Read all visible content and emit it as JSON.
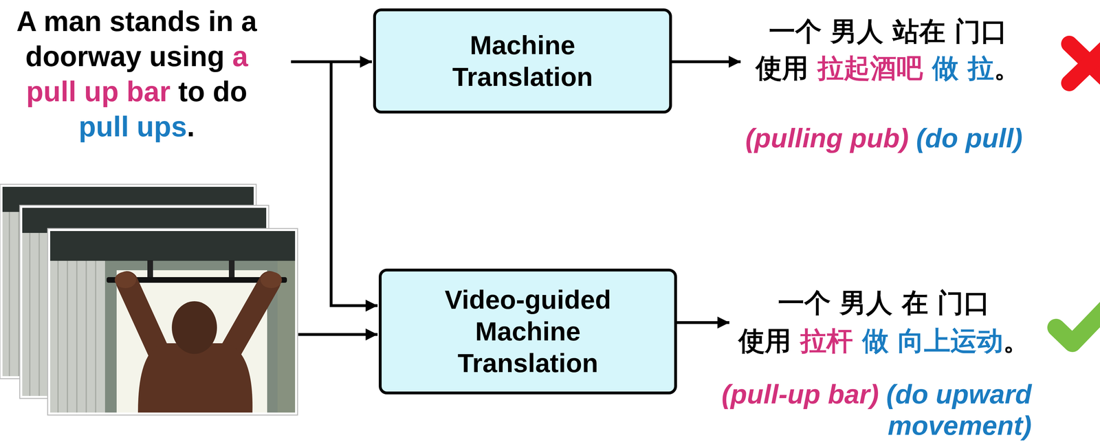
{
  "diagram": {
    "nodes": [
      {
        "text": [
          "Machine Translation"
        ]
      },
      {
        "text": [
          "Video-guided Machine Translation"
        ]
      }
    ],
    "labels": [
      "A man stands in a doorway using",
      "a pull up bar",
      "to do",
      "pull ups",
      ".",
      "一个 男人 站在 门口",
      "使用",
      "拉起酒吧",
      "做 拉",
      "。",
      "(pulling pub)",
      "(do pull)",
      "一个 男人 在 门口",
      "使用",
      "拉杆",
      "做 向上运动",
      "。",
      "(pull-up bar)",
      "(do upward movement)"
    ]
  }
}
